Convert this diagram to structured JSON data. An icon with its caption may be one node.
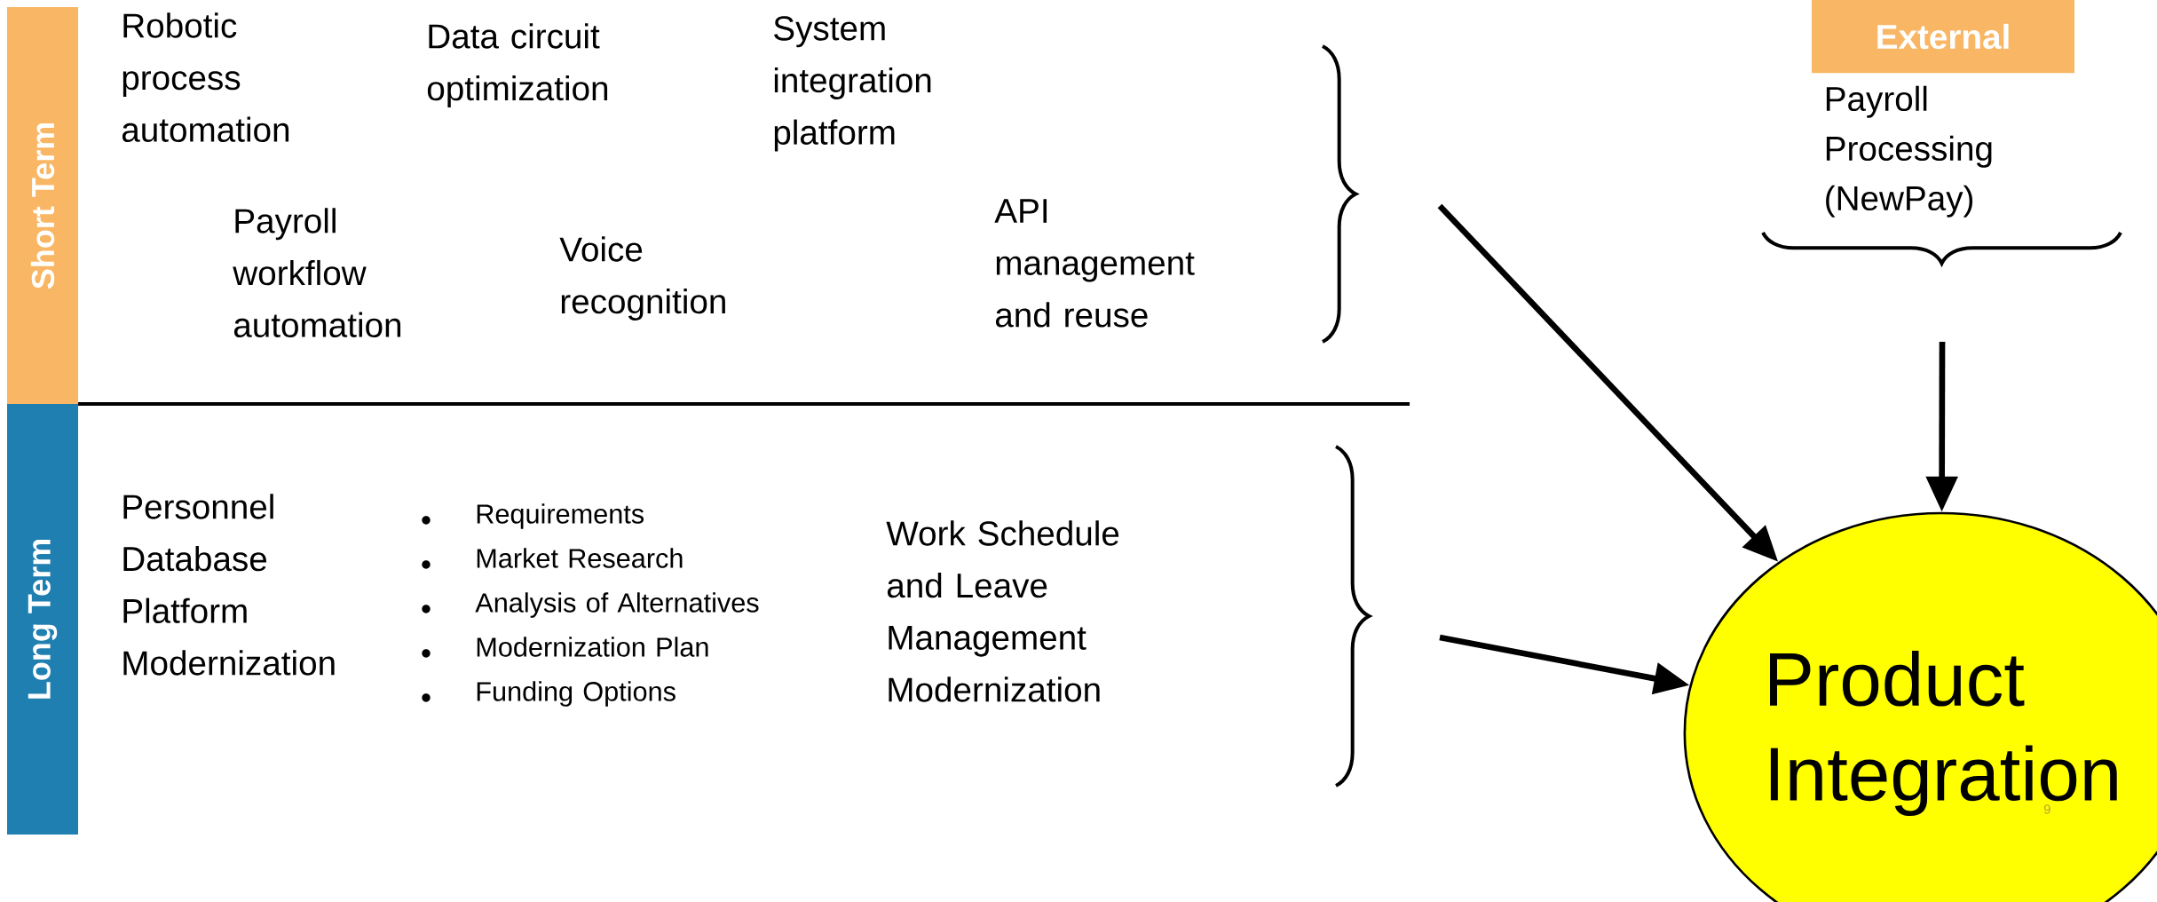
{
  "diagram": {
    "nodes": [
      {
        "text": [
          "Short Term"
        ]
      },
      {
        "text": [
          "Long Term"
        ]
      },
      {
        "text": [
          "External"
        ],
        "beside": [
          "Payroll Processing (NewPay)"
        ]
      },
      {
        "text": [
          "Product Integration"
        ]
      }
    ],
    "edges": [
      {
        "from": null,
        "to": 3,
        "arrow": "to"
      },
      {
        "from": null,
        "to": 3,
        "arrow": "to"
      },
      {
        "from": null,
        "to": 3,
        "arrow": "to"
      }
    ],
    "labels": [
      "Robotic process automation",
      "Data circuit optimization",
      "System integration platform",
      "Payroll workflow automation",
      "Voice recognition",
      "API management and reuse",
      "Personnel Database Platform Modernization",
      "Requirements",
      "Market Research",
      "Analysis of Alternatives",
      "Modernization Plan",
      "Funding Options",
      "Work Schedule and Leave Management Modernization",
      "9"
    ]
  }
}
